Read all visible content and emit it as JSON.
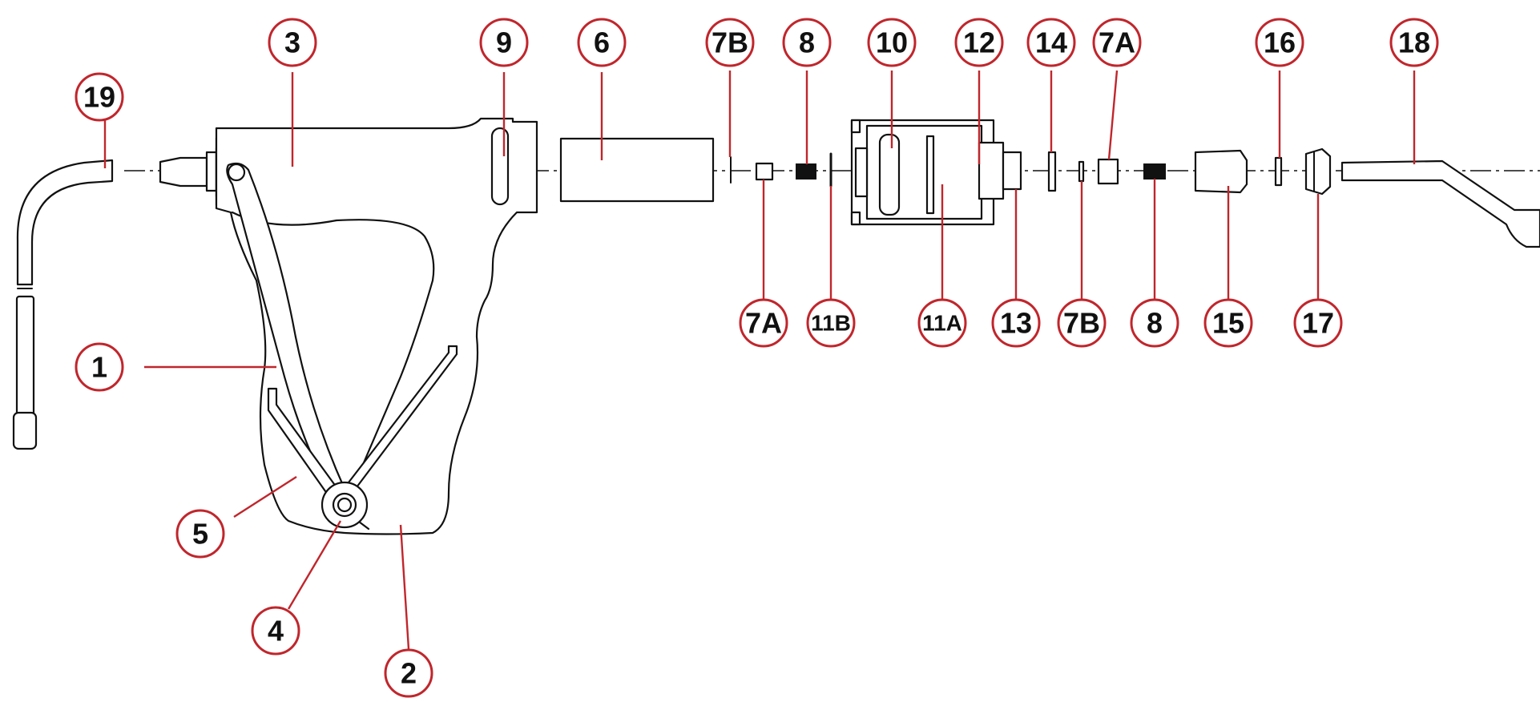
{
  "colors": {
    "callout_stroke": "#c0262c",
    "line": "#111111",
    "background": "#ffffff"
  },
  "callouts": [
    {
      "id": "c19",
      "label": "19"
    },
    {
      "id": "c3",
      "label": "3"
    },
    {
      "id": "c9",
      "label": "9"
    },
    {
      "id": "c6",
      "label": "6"
    },
    {
      "id": "c7b-top",
      "label": "7B"
    },
    {
      "id": "c8-top",
      "label": "8"
    },
    {
      "id": "c10",
      "label": "10"
    },
    {
      "id": "c12",
      "label": "12"
    },
    {
      "id": "c14",
      "label": "14"
    },
    {
      "id": "c7a-top",
      "label": "7A"
    },
    {
      "id": "c16",
      "label": "16"
    },
    {
      "id": "c18",
      "label": "18"
    },
    {
      "id": "c7a-bot",
      "label": "7A"
    },
    {
      "id": "c11b",
      "label": "11B"
    },
    {
      "id": "c11a",
      "label": "11A"
    },
    {
      "id": "c13",
      "label": "13"
    },
    {
      "id": "c7b-bot",
      "label": "7B"
    },
    {
      "id": "c8-bot",
      "label": "8"
    },
    {
      "id": "c15",
      "label": "15"
    },
    {
      "id": "c17",
      "label": "17"
    },
    {
      "id": "c1",
      "label": "1"
    },
    {
      "id": "c5",
      "label": "5"
    },
    {
      "id": "c4",
      "label": "4"
    },
    {
      "id": "c2",
      "label": "2"
    }
  ]
}
